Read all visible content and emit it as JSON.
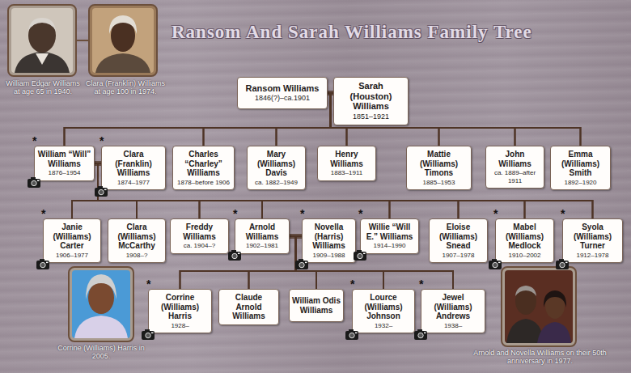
{
  "diagram": {
    "title": "Ransom And Sarah Williams Family Tree",
    "nodes": [
      {
        "text": [
          "Ransom Williams",
          "1846(?)–ca.1901"
        ]
      },
      {
        "text": [
          "Sarah (Houston) Williams",
          "1851–1921"
        ]
      },
      {
        "text": [
          "*",
          "William “Will” Williams",
          "1876–1954"
        ]
      },
      {
        "text": [
          "*",
          "Clara (Franklin) Williams",
          "1874–1977"
        ]
      },
      {
        "text": [
          "Charles “Charley” Williams",
          "1878–before 1906"
        ]
      },
      {
        "text": [
          "Mary (Williams) Davis",
          "ca. 1882–1949"
        ]
      },
      {
        "text": [
          "Henry Williams",
          "1883–1911"
        ]
      },
      {
        "text": [
          "Mattie (Williams) Timons",
          "1885–1953"
        ]
      },
      {
        "text": [
          "John Williams",
          "ca. 1889–after 1911"
        ]
      },
      {
        "text": [
          "Emma (Williams) Smith",
          "1892–1920"
        ]
      },
      {
        "text": [
          "*",
          "Janie (Williams) Carter",
          "1906–1977"
        ]
      },
      {
        "text": [
          "Clara (Williams) McCarthy",
          "1908–?"
        ]
      },
      {
        "text": [
          "Freddy Williams",
          "ca. 1904–?"
        ]
      },
      {
        "text": [
          "*",
          "Arnold Williams",
          "1902–1981"
        ]
      },
      {
        "text": [
          "*",
          "Novella (Harris) Williams",
          "1909–1988"
        ]
      },
      {
        "text": [
          "*",
          "Willie “Will E.” Williams",
          "1914–1990"
        ]
      },
      {
        "text": [
          "Eloise (Williams) Snead",
          "1907–1978"
        ]
      },
      {
        "text": [
          "*",
          "Mabel (Williams) Medlock",
          "1910–2002"
        ]
      },
      {
        "text": [
          "*",
          "Syola (Williams) Turner",
          "1912–1978"
        ]
      },
      {
        "text": [
          "*",
          "Corrine (Williams) Harris",
          "1928–"
        ]
      },
      {
        "text": [
          "Claude Arnold Williams"
        ]
      },
      {
        "text": [
          "William Odis Williams"
        ]
      },
      {
        "text": [
          "*",
          "Lource (Williams) Johnson",
          "1932–"
        ]
      },
      {
        "text": [
          "*",
          "Jewel (Williams) Andrews",
          "1938–"
        ]
      }
    ],
    "edges": [
      {
        "from": 0,
        "to": 1,
        "arrow": "none"
      },
      {
        "from": 0,
        "to": 2,
        "arrow": "none"
      },
      {
        "from": 0,
        "to": 4,
        "arrow": "none"
      },
      {
        "from": 0,
        "to": 5,
        "arrow": "none"
      },
      {
        "from": 0,
        "to": 6,
        "arrow": "none"
      },
      {
        "from": 0,
        "to": 7,
        "arrow": "none"
      },
      {
        "from": 0,
        "to": 8,
        "arrow": "none"
      },
      {
        "from": 0,
        "to": 9,
        "arrow": "none"
      },
      {
        "from": 1,
        "to": 2,
        "arrow": "none"
      },
      {
        "from": 1,
        "to": 4,
        "arrow": "none"
      },
      {
        "from": 1,
        "to": 5,
        "arrow": "none"
      },
      {
        "from": 1,
        "to": 6,
        "arrow": "none"
      },
      {
        "from": 1,
        "to": 7,
        "arrow": "none"
      },
      {
        "from": 1,
        "to": 8,
        "arrow": "none"
      },
      {
        "from": 1,
        "to": 9,
        "arrow": "none"
      },
      {
        "from": 2,
        "to": 3,
        "arrow": "none"
      },
      {
        "from": 2,
        "to": 10,
        "arrow": "none"
      },
      {
        "from": 2,
        "to": 11,
        "arrow": "none"
      },
      {
        "from": 2,
        "to": 12,
        "arrow": "none"
      },
      {
        "from": 2,
        "to": 13,
        "arrow": "none"
      },
      {
        "from": 2,
        "to": 15,
        "arrow": "none"
      },
      {
        "from": 2,
        "to": 16,
        "arrow": "none"
      },
      {
        "from": 2,
        "to": 17,
        "arrow": "none"
      },
      {
        "from": 2,
        "to": 18,
        "arrow": "none"
      },
      {
        "from": 3,
        "to": 10,
        "arrow": "none"
      },
      {
        "from": 3,
        "to": 11,
        "arrow": "none"
      },
      {
        "from": 3,
        "to": 12,
        "arrow": "none"
      },
      {
        "from": 3,
        "to": 13,
        "arrow": "none"
      },
      {
        "from": 3,
        "to": 15,
        "arrow": "none"
      },
      {
        "from": 3,
        "to": 16,
        "arrow": "none"
      },
      {
        "from": 3,
        "to": 17,
        "arrow": "none"
      },
      {
        "from": 3,
        "to": 18,
        "arrow": "none"
      },
      {
        "from": 13,
        "to": 14,
        "arrow": "none"
      },
      {
        "from": 13,
        "to": 19,
        "arrow": "none"
      },
      {
        "from": 13,
        "to": 20,
        "arrow": "none"
      },
      {
        "from": 13,
        "to": 21,
        "arrow": "none"
      },
      {
        "from": 13,
        "to": 22,
        "arrow": "none"
      },
      {
        "from": 13,
        "to": 23,
        "arrow": "none"
      },
      {
        "from": 14,
        "to": 19,
        "arrow": "none"
      },
      {
        "from": 14,
        "to": 20,
        "arrow": "none"
      },
      {
        "from": 14,
        "to": 21,
        "arrow": "none"
      },
      {
        "from": 14,
        "to": 22,
        "arrow": "none"
      },
      {
        "from": 14,
        "to": 23,
        "arrow": "none"
      }
    ],
    "labels": [
      "William Edgar Williams at age 65 in 1940.",
      "Clara (Franklin) Williams at age 100 in 1974.",
      "Corrine (Williams) Harris in 2005.",
      "Arnold and Novella Williams on their 50th anniversary in 1977."
    ]
  }
}
